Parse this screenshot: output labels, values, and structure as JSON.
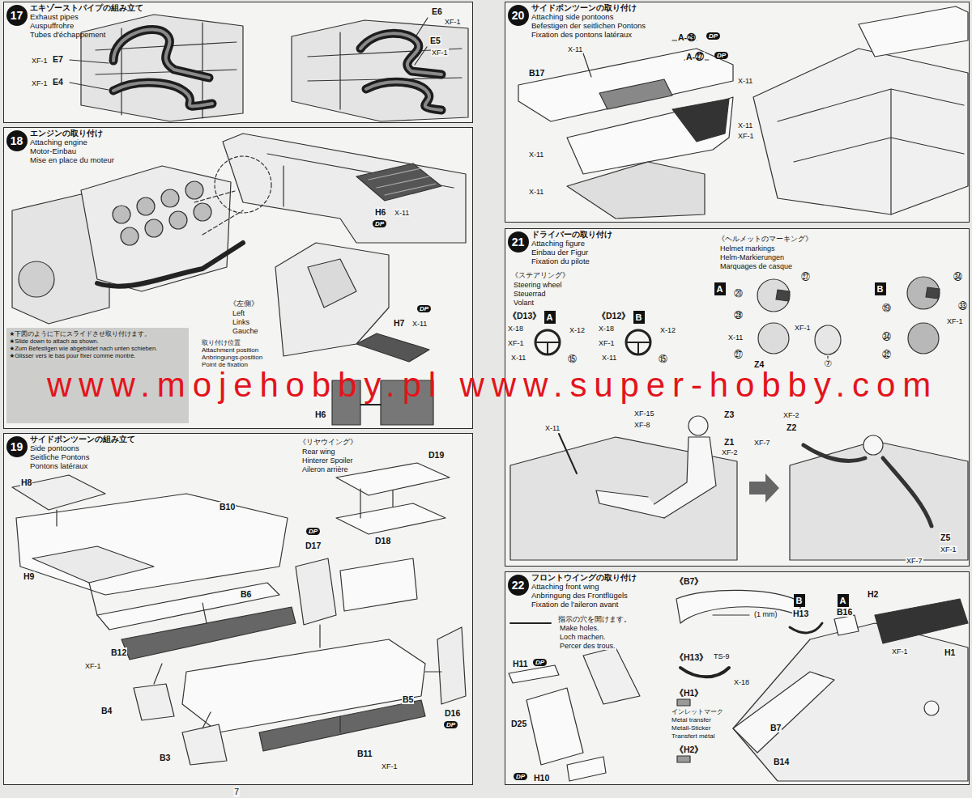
{
  "diagram": {
    "nodes": [
      {
        "text": [
          "エキゾーストパイプの組み立て",
          "Exhaust pipes",
          "Auspuffrohre",
          "Tubes d'échappement"
        ]
      },
      {
        "text": [
          "17"
        ],
        "in": 0
      },
      {
        "text": [
          "エンジンの取り付け",
          "Attaching engine",
          "Motor-Einbau",
          "Mise en place du moteur"
        ]
      },
      {
        "text": [
          "18"
        ],
        "in": 2
      },
      {
        "text": [
          "★下図のように下にスライドさせ取り付けます。",
          "★Slide down to attach as shown.",
          "★Zum Befestigen wie abgebildet nach unten schieben.",
          "★Glisser vers le bas pour fixer comme montré."
        ],
        "in": 2
      },
      {
        "text": [
          "サイドポンツーンの組み立て",
          "Side pontoons",
          "Seitliche Pontons",
          "Pontons latéraux"
        ]
      },
      {
        "text": [
          "19"
        ],
        "in": 5
      },
      {
        "text": [
          "サイドポンツーンの取り付け",
          "Attaching side pontoons",
          "Befestigen der seitlichen Pontons",
          "Fixation des pontons latéraux"
        ]
      },
      {
        "text": [
          "20"
        ],
        "in": 7
      },
      {
        "text": [
          "ドライバーの取り付け",
          "Attaching figure",
          "Einbau der Figur",
          "Fixation du pilote"
        ]
      },
      {
        "text": [
          "21"
        ],
        "in": 9
      },
      {
        "text": [
          "A"
        ],
        "in": 9
      },
      {
        "text": [
          "B"
        ],
        "in": 9
      },
      {
        "text": [
          "A"
        ],
        "in": 9
      },
      {
        "text": [
          "B"
        ],
        "in": 9
      },
      {
        "text": [
          "フロントウイングの取り付け",
          "Attaching front wing",
          "Anbringung des Frontflügels",
          "Fixation de l'aileron avant"
        ]
      },
      {
        "text": [
          "22"
        ],
        "in": 15
      },
      {
        "text": [
          "B"
        ],
        "in": 15
      },
      {
        "text": [
          "A"
        ],
        "in": 15
      }
    ],
    "labels": [
      "XF-1",
      "E7",
      "XF-1",
      "E4",
      "E6",
      "XF-1",
      "E5",
      "XF-1",
      "H6",
      "X-11",
      "DP",
      "《左側》",
      "Left",
      "Links",
      "Gauche",
      "DP",
      "H7",
      "X-11",
      "取り付け位置",
      "Attachment position",
      "Anbringungs-position",
      "Point de fixation",
      "H6",
      "《リヤウイング》",
      "Rear wing",
      "Hinterer Spoiler",
      "Aileron arrière",
      "D19",
      "D18",
      "H8",
      "B10",
      "H9",
      "DP",
      "D17",
      "B6",
      "B12",
      "XF-1",
      "B4",
      "B5",
      "D16",
      "DP",
      "B3",
      "B11",
      "XF-1",
      "7",
      "X-11",
      "A-㉙",
      "DP",
      "A-㉗",
      "DP",
      "B17",
      "X-11",
      "X-11",
      "XF-1",
      "X-11",
      "X-11",
      "《ステアリング》",
      "Steering wheel",
      "Steuerrad",
      "Volant",
      "《ヘルメットのマーキング》",
      "Helmet markings",
      "Helm-Markierungen",
      "Marquages de casque",
      "《D13》",
      "《D12》",
      "X-18",
      "X-12",
      "XF-1",
      "X-11",
      "⑮",
      "X-18",
      "X-12",
      "XF-1",
      "X-11",
      "⑮",
      "⑳",
      "㉗",
      "㉘",
      "X-11",
      "XF-1",
      "㉗",
      "Z4",
      "⑦",
      "㉞",
      "⑲",
      "㉝",
      "XF-1",
      "㉞",
      "㉜",
      "XF-15",
      "Z3",
      "XF-8",
      "X-11",
      "Z1",
      "XF-2",
      "XF-2",
      "Z2",
      "XF-7",
      "Z5",
      "XF-1",
      "XF-7",
      "指示の穴を開けます。",
      "Make holes.",
      "Loch machen.",
      "Percer des trous.",
      "《B7》",
      "(1 mm)",
      "《H13》",
      "TS-9",
      "X-18",
      "《H1》",
      "インレットマーク",
      "Metal transfer",
      "Metall-Sticker",
      "Transfert métal",
      "《H2》",
      "H13",
      "B16",
      "H2",
      "XF-1",
      "H1",
      "B7",
      "B14",
      "H11",
      "DP",
      "D25",
      "DP",
      "H10",
      "www.mojehobby.pl www.super-hobby.com"
    ]
  }
}
